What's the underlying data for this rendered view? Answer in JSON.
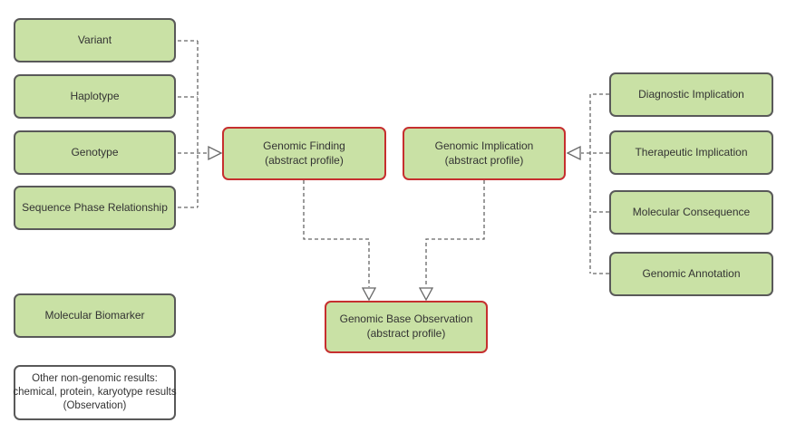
{
  "colors": {
    "background": "#ffffff",
    "node_fill_green": "#c9e1a5",
    "node_fill_white": "#ffffff",
    "node_border_gray": "#595959",
    "abstract_border_red": "#c62f2f",
    "connector_gray": "#666666",
    "text": "#333333"
  },
  "diagram": {
    "left_nodes": [
      {
        "label": "Variant"
      },
      {
        "label": "Haplotype"
      },
      {
        "label": "Genotype"
      },
      {
        "label": "Sequence Phase Relationship"
      }
    ],
    "abstract_nodes": {
      "genomic_finding": {
        "label": "Genomic Finding",
        "sublabel": "(abstract profile)"
      },
      "genomic_implication": {
        "label": "Genomic Implication",
        "sublabel": "(abstract profile)"
      },
      "genomic_base_observation": {
        "label": "Genomic Base Observation",
        "sublabel": "(abstract profile)"
      }
    },
    "right_nodes": [
      {
        "label": "Diagnostic Implication"
      },
      {
        "label": "Therapeutic Implication"
      },
      {
        "label": "Molecular Consequence"
      },
      {
        "label": "Genomic Annotation"
      }
    ],
    "standalone_nodes": {
      "molecular_biomarker": {
        "label": "Molecular Biomarker"
      },
      "other_results": {
        "lines": [
          "Other non-genomic results:",
          "chemical, protein, karyotype results",
          "(Observation)"
        ]
      }
    }
  }
}
